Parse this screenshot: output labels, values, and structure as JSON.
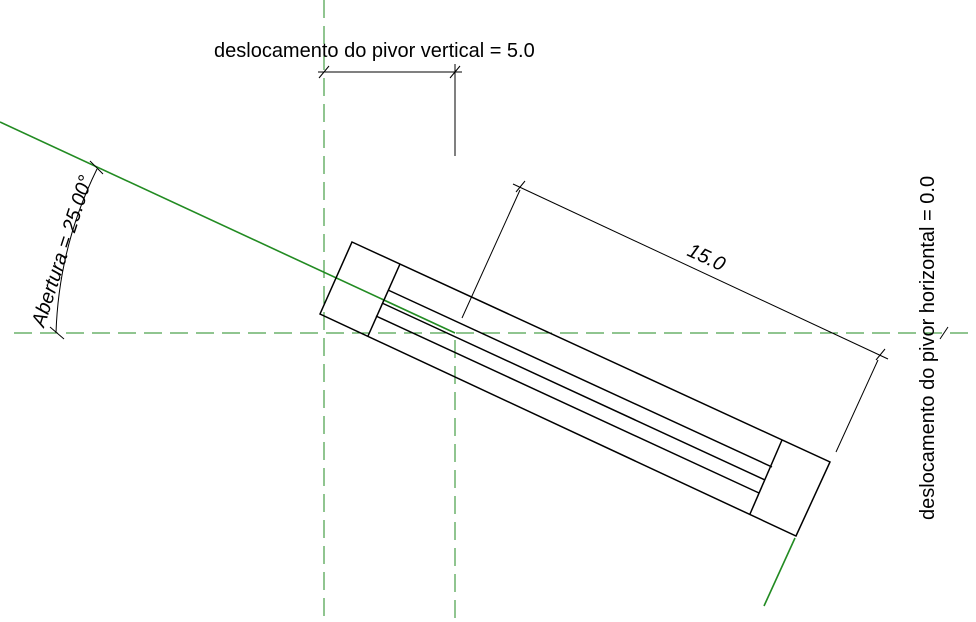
{
  "labels": {
    "vertical_pivot_offset": "deslocamento do pivor vertical = 5.0",
    "horizontal_pivot_offset": "deslocamento do pivor horizontal = 0.0",
    "length": "15.0",
    "opening": "Abertura = 25.00°"
  },
  "colors": {
    "reference_line": "#228b22",
    "geometry": "#000000",
    "background": "#ffffff"
  }
}
